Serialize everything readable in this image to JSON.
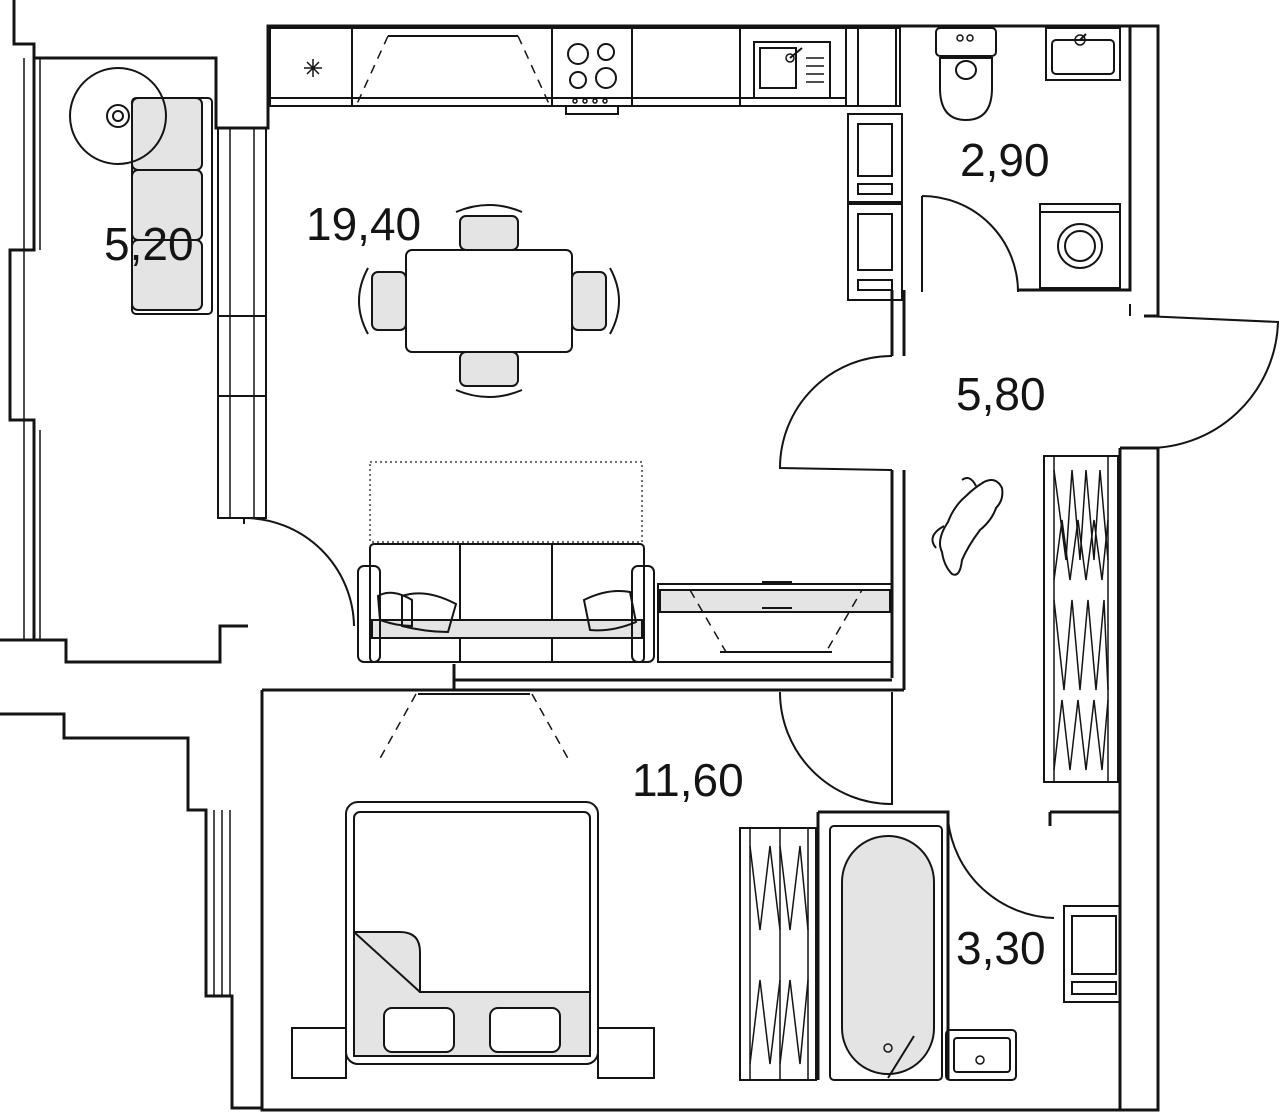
{
  "rooms": [
    {
      "id": "balcony",
      "area": "5,20"
    },
    {
      "id": "kitchen-living",
      "area": "19,40"
    },
    {
      "id": "toilet",
      "area": "2,90"
    },
    {
      "id": "hallway",
      "area": "5,80"
    },
    {
      "id": "bedroom",
      "area": "11,60"
    },
    {
      "id": "bathroom",
      "area": "3,30"
    }
  ],
  "colors": {
    "line": "#141414",
    "furniture_fill": "#e4e4e4",
    "background": "#ffffff"
  }
}
